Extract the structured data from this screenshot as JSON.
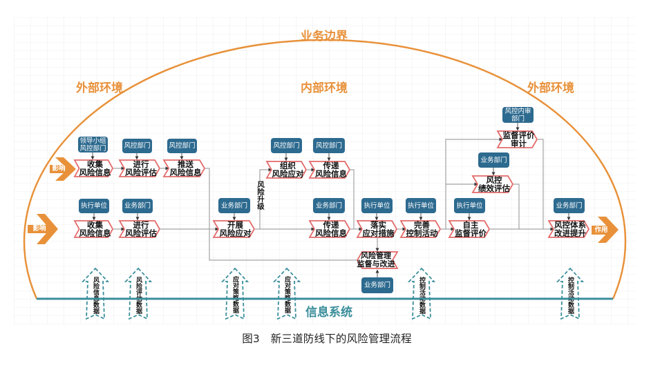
{
  "figure": {
    "boundary_label": "业务边界",
    "zones": {
      "external_left": "外部环境",
      "internal": "内部环境",
      "external_right": "外部环境"
    },
    "influence_inputs": [
      {
        "label": "影响"
      },
      {
        "label": "影响"
      }
    ],
    "effect_output": {
      "label": "作用"
    },
    "escalation_label": "风险升级",
    "info_system_label": "信息系统",
    "steps": [
      {
        "l1": "收集",
        "l2": "风险信息"
      },
      {
        "l1": "进行",
        "l2": "风险评估"
      },
      {
        "l1": "推送",
        "l2": "风险信息"
      },
      {
        "l1": "组织",
        "l2": "风险应对"
      },
      {
        "l1": "传递",
        "l2": "风险信息"
      },
      {
        "l1": "收集",
        "l2": "风险信息"
      },
      {
        "l1": "进行",
        "l2": "风险评估"
      },
      {
        "l1": "开展",
        "l2": "风险应对"
      },
      {
        "l1": "传递",
        "l2": "风险信息"
      },
      {
        "l1": "落实",
        "l2": "应对措施"
      },
      {
        "l1": "完善",
        "l2": "控制活动"
      },
      {
        "l1": "自主",
        "l2": "监督评价"
      },
      {
        "l1": "风控",
        "l2": "绩效评估"
      },
      {
        "l1": "监督评价",
        "l2": "审计"
      },
      {
        "l1": "风控体系",
        "l2": "改进提升"
      },
      {
        "l1": "风险管理",
        "l2": "监督与改进"
      }
    ],
    "owners": [
      {
        "l1": "领导小组",
        "l2": "风控部门"
      },
      {
        "l1": "风控部门"
      },
      {
        "l1": "风控部门"
      },
      {
        "l1": "风控部门"
      },
      {
        "l1": "风控部门"
      },
      {
        "l1": "执行单位"
      },
      {
        "l1": "业务部门"
      },
      {
        "l1": "业务部门"
      },
      {
        "l1": "业务部门"
      },
      {
        "l1": "执行单位"
      },
      {
        "l1": "执行单位"
      },
      {
        "l1": "执行单位"
      },
      {
        "l1": "业务部门"
      },
      {
        "l1": "风控内审",
        "l2": "部门"
      },
      {
        "l1": "业务部门"
      },
      {
        "l1": "业务部门"
      }
    ],
    "data_flows": [
      {
        "label": "风险信息数据"
      },
      {
        "label": "风险评估数据"
      },
      {
        "label": "应对策略数据"
      },
      {
        "label": "应对策略数据"
      },
      {
        "label": "控制活动数据"
      },
      {
        "label": "控制活动数据"
      }
    ],
    "caption": "图3　新三道防线下的风险管理流程"
  },
  "colors": {
    "boundary_orange": "#e8913a",
    "info_system_teal": "#3a8e9b",
    "owner_box": "#2d6a8f",
    "step_outline": "#e46a6a",
    "connector_gray": "#a3a3a3"
  }
}
